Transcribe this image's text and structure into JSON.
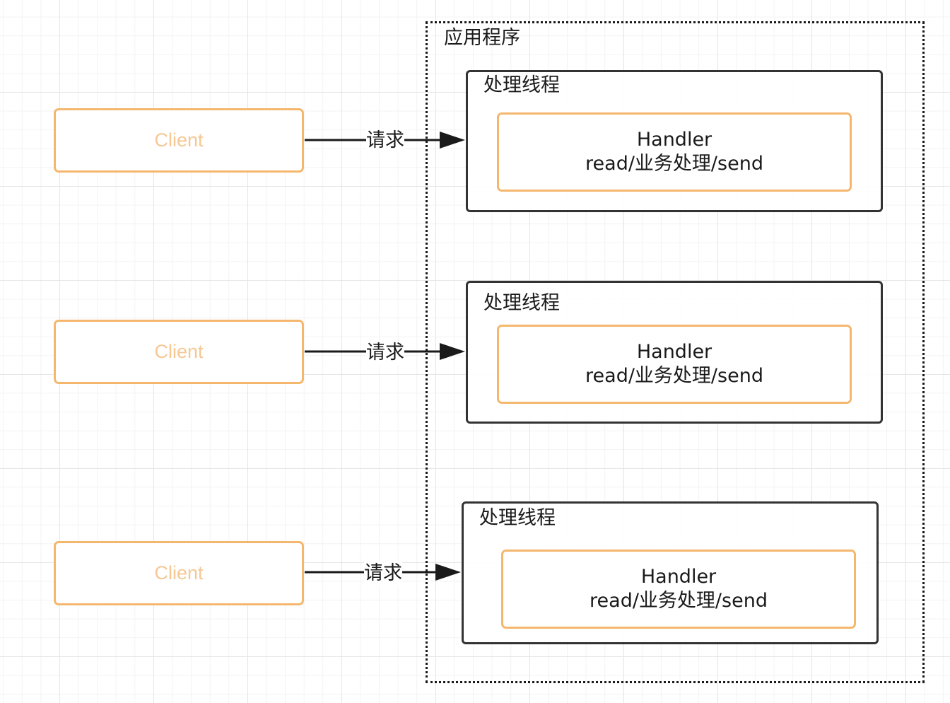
{
  "diagram": {
    "app_label": "应用程序",
    "clients": [
      {
        "label": "Client"
      },
      {
        "label": "Client"
      },
      {
        "label": "Client"
      }
    ],
    "edges": [
      {
        "label": "请求"
      },
      {
        "label": "请求"
      },
      {
        "label": "请求"
      }
    ],
    "threads": [
      {
        "title": "处理线程",
        "handler_name": "Handler",
        "handler_steps": "read/业务处理/send"
      },
      {
        "title": "处理线程",
        "handler_name": "Handler",
        "handler_steps": "read/业务处理/send"
      },
      {
        "title": "处理线程",
        "handler_name": "Handler",
        "handler_steps": "read/业务处理/send"
      }
    ]
  },
  "colors": {
    "client_border": "#f5b76e",
    "client_text": "#f5c894",
    "thread_border": "#333333",
    "arrow": "#1a1a1a"
  }
}
